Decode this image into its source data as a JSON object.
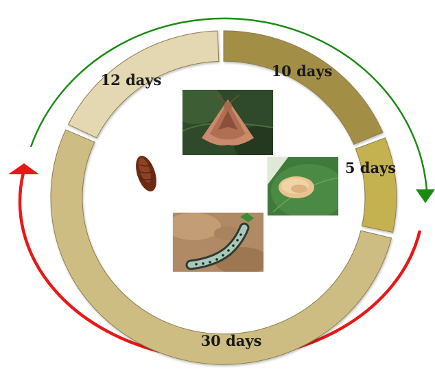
{
  "diagram": {
    "segments": [
      {
        "stage": "adult moth",
        "label": "10 days",
        "color": "#a28e45"
      },
      {
        "stage": "egg mass",
        "label": "5 days",
        "color": "#c4b14f"
      },
      {
        "stage": "larva",
        "label": "30 days",
        "color": "#cdbd82"
      },
      {
        "stage": "pupa",
        "label": "12 days",
        "color": "#e3d8b2"
      }
    ],
    "arrows": [
      {
        "name": "outer-cycle-arrow-green",
        "color": "#1a8a12"
      },
      {
        "name": "outer-cycle-arrow-red",
        "color": "#e81818"
      }
    ],
    "images": [
      {
        "name": "moth-image",
        "icon": "moth-photo"
      },
      {
        "name": "egg-mass-image",
        "icon": "egg-mass-photo"
      },
      {
        "name": "larva-image",
        "icon": "caterpillar-photo"
      },
      {
        "name": "pupa-image",
        "icon": "pupa-photo"
      }
    ]
  }
}
